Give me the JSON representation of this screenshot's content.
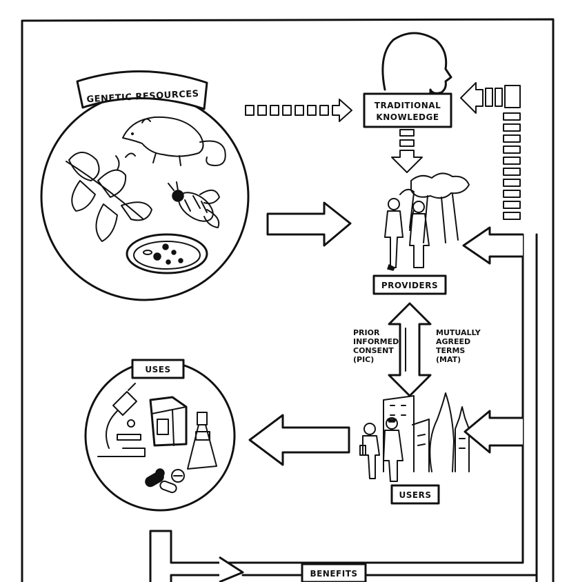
{
  "diagram": {
    "labels": {
      "genetic_resources": "GENETIC RESOURCES",
      "traditional_knowledge_line1": "TRADITIONAL",
      "traditional_knowledge_line2": "KNOWLEDGE",
      "providers": "PROVIDERS",
      "users": "USERS",
      "uses": "USES",
      "benefits": "BENEFITS"
    },
    "notes": {
      "pic": [
        "PRIOR",
        "INFORMED",
        "CONSENT",
        "(PIC)"
      ],
      "mat": [
        "MUTUALLY",
        "AGREED",
        "TERMS",
        "(MAT)"
      ]
    },
    "icons": [
      "rat-icon",
      "nettle-leaf-icon",
      "bee-icon",
      "petri-dish-icon",
      "head-silhouette-icon",
      "provider-people-icon",
      "user-people-icon",
      "microscope-icon",
      "milk-carton-icon",
      "spray-bottle-icon",
      "pills-icon"
    ]
  }
}
